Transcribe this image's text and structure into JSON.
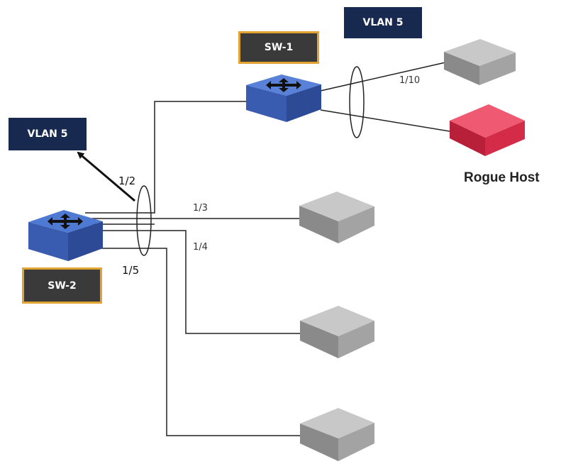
{
  "labels": {
    "vlan_top": "VLAN 5",
    "vlan_left": "VLAN 5",
    "sw1": "SW-1",
    "sw2": "SW-2",
    "rogue": "Rogue Host"
  },
  "ports": {
    "p1_10": "1/10",
    "p1_2": "1/2",
    "p1_3": "1/3",
    "p1_4": "1/4",
    "p1_5": "1/5"
  },
  "colors": {
    "vlan_bg": "#18294f",
    "switch_blue": "#4f7ad3",
    "host_gray": "#9a9a9a",
    "rogue_red": "#e23a55",
    "sw_border": "#e2a431"
  }
}
